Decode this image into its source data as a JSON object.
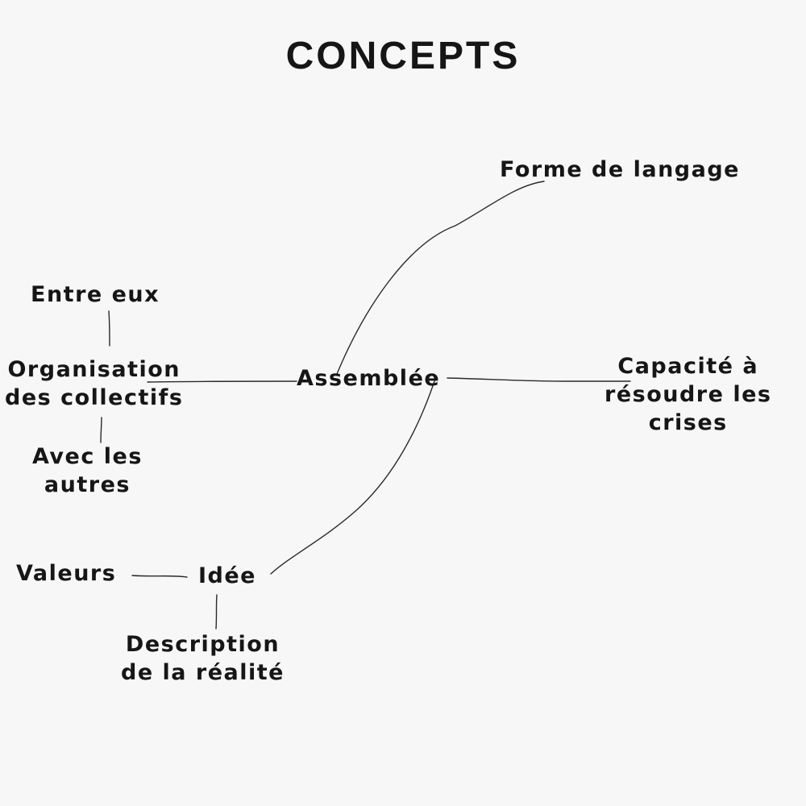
{
  "title": "CONCEPTS",
  "nodes": {
    "forme_de_langage": "Forme de langage",
    "entre_eux": "Entre eux",
    "organisation_des_collectifs": "Organisation\ndes collectifs",
    "assemblee": "Assemblée",
    "capacite_resoudre_crises": "Capacité à\nrésoudre les\ncrises",
    "avec_les_autres": "Avec les\nautres",
    "valeurs": "Valeurs",
    "idee": "Idée",
    "description_de_la_realite": "Description\nde la réalité"
  },
  "connections": [
    [
      "assemblee",
      "forme_de_langage"
    ],
    [
      "assemblee",
      "organisation_des_collectifs"
    ],
    [
      "assemblee",
      "capacite_resoudre_crises"
    ],
    [
      "assemblee",
      "idee"
    ],
    [
      "organisation_des_collectifs",
      "entre_eux"
    ],
    [
      "organisation_des_collectifs",
      "avec_les_autres"
    ],
    [
      "idee",
      "valeurs"
    ],
    [
      "idee",
      "description_de_la_realite"
    ]
  ]
}
